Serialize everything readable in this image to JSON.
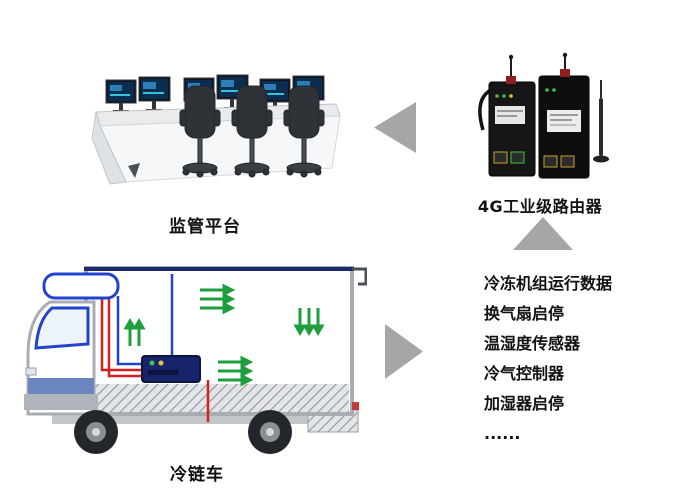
{
  "labels": {
    "platform": "监管平台",
    "router": "4G工业级路由器",
    "truck": "冷链车"
  },
  "data_list": {
    "items": [
      "冷冻机组运行数据",
      "换气扇启停",
      "温湿度传感器",
      "冷气控制器",
      "加湿器启停",
      "......"
    ]
  },
  "icons": {
    "arrow_left": "gray-triangle-left",
    "arrow_up": "gray-triangle-up",
    "arrow_right": "gray-triangle-right",
    "control_room": "monitoring-console-with-screens-and-chairs",
    "router": "4g-industrial-router-black-units-with-antennas",
    "truck": "refrigerated-cold-chain-truck"
  },
  "colors": {
    "background": "#ffffff",
    "text": "#111111",
    "arrow_gray": "#a6a6a6",
    "airflow_green": "#1e9e3e",
    "wire_red": "#d42020",
    "pipe_blue": "#2244cc",
    "unit_navy": "#16246b",
    "truck_outline_gray": "#a9adb3"
  }
}
